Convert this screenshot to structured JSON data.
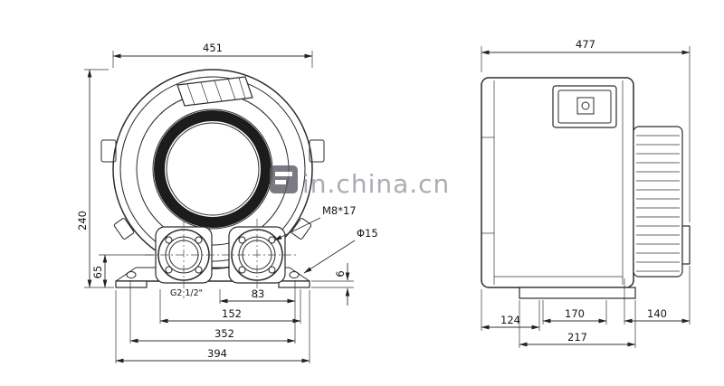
{
  "watermark": {
    "text": "in.china.cn"
  },
  "front_view": {
    "dims": {
      "overall_width": "451",
      "overall_height": "240",
      "port_center_height": "65",
      "base_pad_thickness": "6",
      "bolt_spec": "M8*17",
      "foot_hole_dia": "Φ15",
      "port_thread": "G2 1/2\"",
      "dim_83": "83",
      "dim_152": "152",
      "dim_352": "352",
      "dim_394": "394"
    }
  },
  "side_view": {
    "dims": {
      "overall_width": "477",
      "dim_124": "124",
      "dim_170": "170",
      "dim_140": "140",
      "dim_217": "217"
    }
  }
}
